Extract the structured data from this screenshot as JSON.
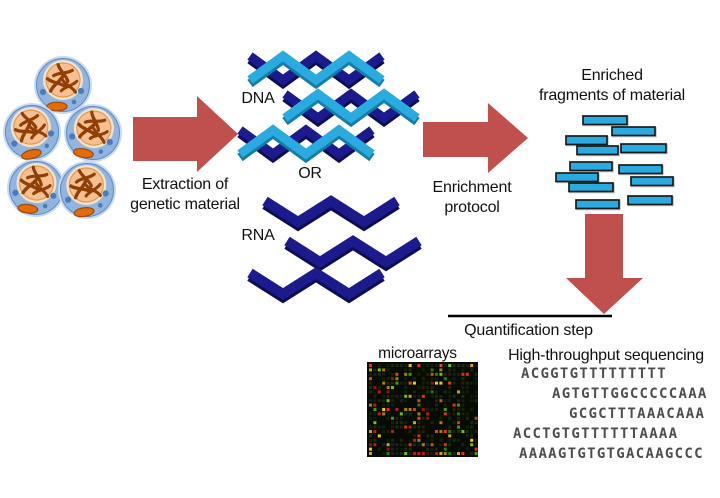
{
  "colors": {
    "background": "#ffffff",
    "arrow_red": "#c0504d",
    "strand_navy": "#1b1b8e",
    "strand_navy_dark": "#0d0d55",
    "strand_cyan": "#2aabdf",
    "strand_cyan_dark": "#157ca8",
    "fragment_fill": "#29abe2",
    "fragment_border": "#1a1a1a",
    "cell_halo": "#c7dbf0",
    "cell_body": "#92b5df",
    "cell_edge": "#5e8ac7",
    "nucleus_fill": "#f9c08f",
    "nucleus_ring": "#f3e2cb",
    "nucleus_edge": "#dd9a56",
    "chromosome_brown": "#8f4009",
    "organelle_orange": "#e36c0a",
    "organelle_edge": "#9c4a06",
    "cell_dot_blue": "#4a7cb8",
    "line_black": "#000000",
    "sequence_gray": "#4d4d4d",
    "microarray_bg": "#060b04"
  },
  "icons": {
    "cells": "cell-cluster-icon",
    "dna": "dna-double-strand-icon",
    "rna": "rna-single-strand-icon",
    "fragments": "dna-fragments-icon",
    "microarray": "microarray-image",
    "arrow": "flow-arrow-icon"
  },
  "labels": {
    "dna": "DNA",
    "or": "OR",
    "rna": "RNA",
    "extraction_line1": "Extraction of",
    "extraction_line2": "genetic material",
    "enrichment_line1": "Enrichment",
    "enrichment_line2": "protocol",
    "enriched_line1": "Enriched",
    "enriched_line2": "fragments of material",
    "quantification": "Quantification step",
    "microarrays": "microarrays",
    "sequencing": "High-throughput sequencing"
  },
  "sequences": {
    "lines": [
      "ACGGTGTTTTTTTTT",
      "AGTGTTGGCCCCCAAA",
      "GCGCTTTAAACAAA",
      "ACCTGTGTTTTTTAAAA",
      "AAAAGTGTGTGACAAGCCC"
    ]
  }
}
